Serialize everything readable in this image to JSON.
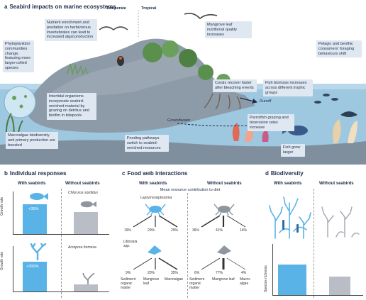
{
  "panel_a": {
    "letter": "a",
    "title": "Seabird impacts on marine ecosystems",
    "zone_temperate": "Temperate",
    "zone_tropical": "Tropical",
    "label_runoff": "Runoff",
    "label_groundwater": "Groundwater",
    "callouts": [
      "Phytoplankton communities change, featuring more larger-celled species",
      "Nutrient enrichment and predation on herbivorous invertebrates can lead to increased algal production",
      "Mangrove leaf nutritional quality increases",
      "Corals recover faster after bleaching events",
      "Fish biomass increases across different trophic groups",
      "Pelagic and benthic consumers' foraging behaviours shift",
      "Intertidal organisms incorporate seabird-enriched material by grazing on detritus and biofilm in tidepools",
      "Parrotfish grazing and bioerosion rates increase",
      "Macroalgae biodiversity and primary production are boosted",
      "Feeding pathways switch to seabird-enriched resources",
      "Fish grow larger"
    ]
  },
  "panel_b": {
    "letter": "b",
    "title": "Individual responses",
    "col_with": "With seabirds",
    "col_without": "Without seabirds",
    "rows": [
      {
        "species": "Chlorurus sordidus",
        "ylabel": "Growth rate",
        "change": "+35%"
      },
      {
        "species": "Acropora formosa",
        "ylabel": "Growth rate",
        "change": "+300%"
      }
    ]
  },
  "panel_c": {
    "letter": "c",
    "title": "Food web interactions",
    "col_with": "With seabirds",
    "col_without": "Without seabirds",
    "subtitle": "Mean resource contribution to diet",
    "consumers": [
      {
        "name": "Lepturna leptosoma",
        "with": [
          "19%",
          "20%",
          "29%"
        ],
        "without": [
          "36%",
          "41%",
          "14%"
        ]
      },
      {
        "name": "Littoraria spp.",
        "with": [
          "9%",
          "20%",
          "35%"
        ],
        "without": [
          "6%",
          "77%",
          "4%"
        ]
      }
    ],
    "resources_with": [
      "Sediment organic matter",
      "Mangrove leaf",
      "Macroalgae"
    ],
    "resources_without": [
      "Sediment organic matter",
      "Mangrove leaf",
      "Macro-algae"
    ]
  },
  "panel_d": {
    "letter": "d",
    "title": "Biodiversity",
    "col_with": "With seabirds",
    "col_without": "Without seabirds",
    "ylabel": "Species richness"
  },
  "colors": {
    "accent_blue": "#5ab3e6",
    "grey_bar": "#b9bec6",
    "navy": "#1d2b4a",
    "callout_bg": "#dfe8f1",
    "sea": "#9ec7e0",
    "seafloor": "#8a9aa8"
  }
}
